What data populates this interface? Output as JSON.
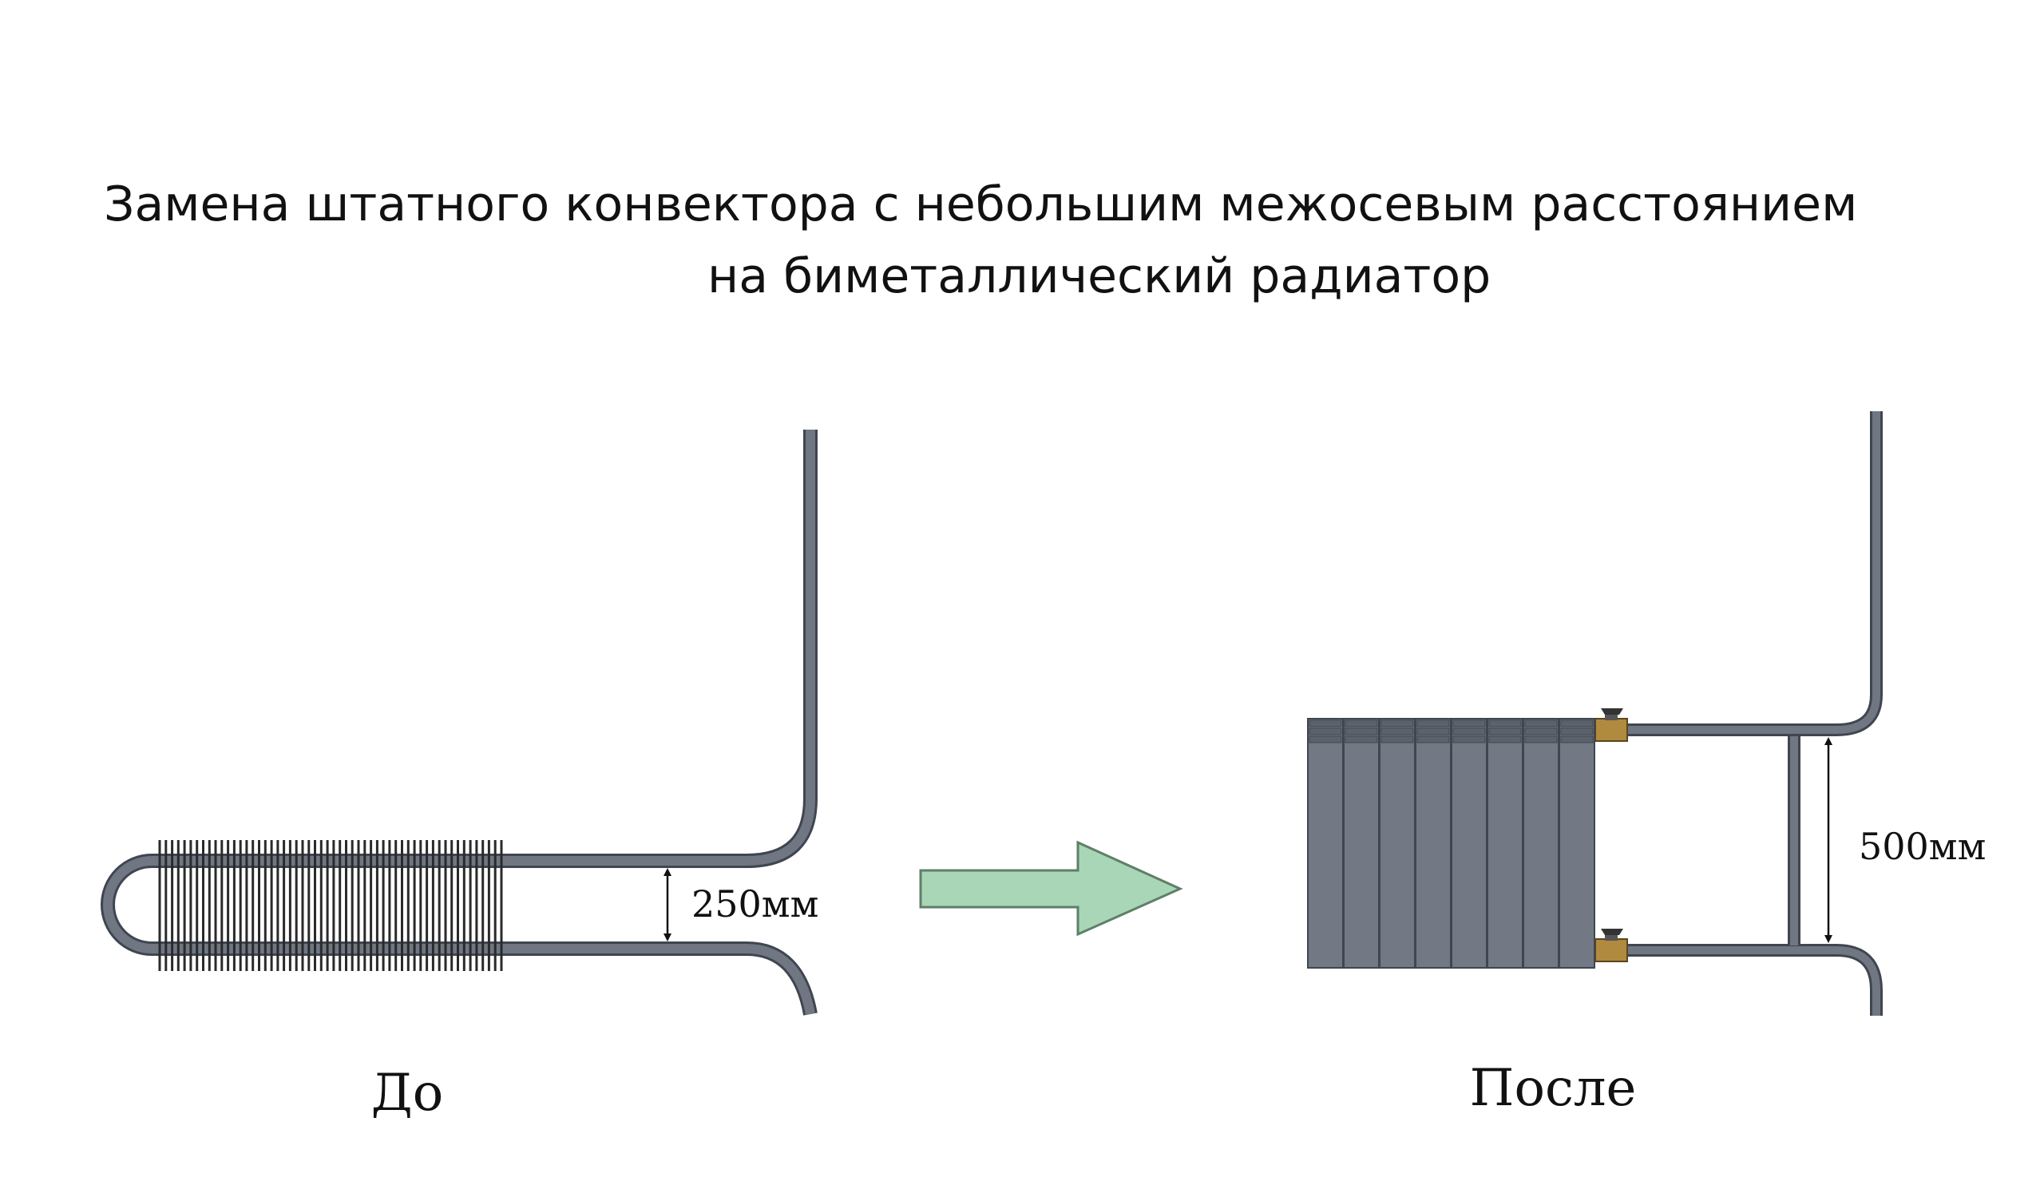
{
  "title": {
    "line1": "Замена штатного конвектора  с небольшим межосевым расстоянием",
    "line2": "на биметаллический радиатор"
  },
  "before": {
    "label": "До",
    "dimension": "250мм"
  },
  "after": {
    "label": "После",
    "dimension": "500мм"
  },
  "colors": {
    "pipe": "#6b7280",
    "pipe_stroke": "#3f4650",
    "fins": "#2a2a2a",
    "radiator": "#737984",
    "radiator_dark": "#4b5059",
    "arrow_fill": "#a8d6b6",
    "arrow_stroke": "#5f7f68",
    "valve": "#b08a3e"
  }
}
